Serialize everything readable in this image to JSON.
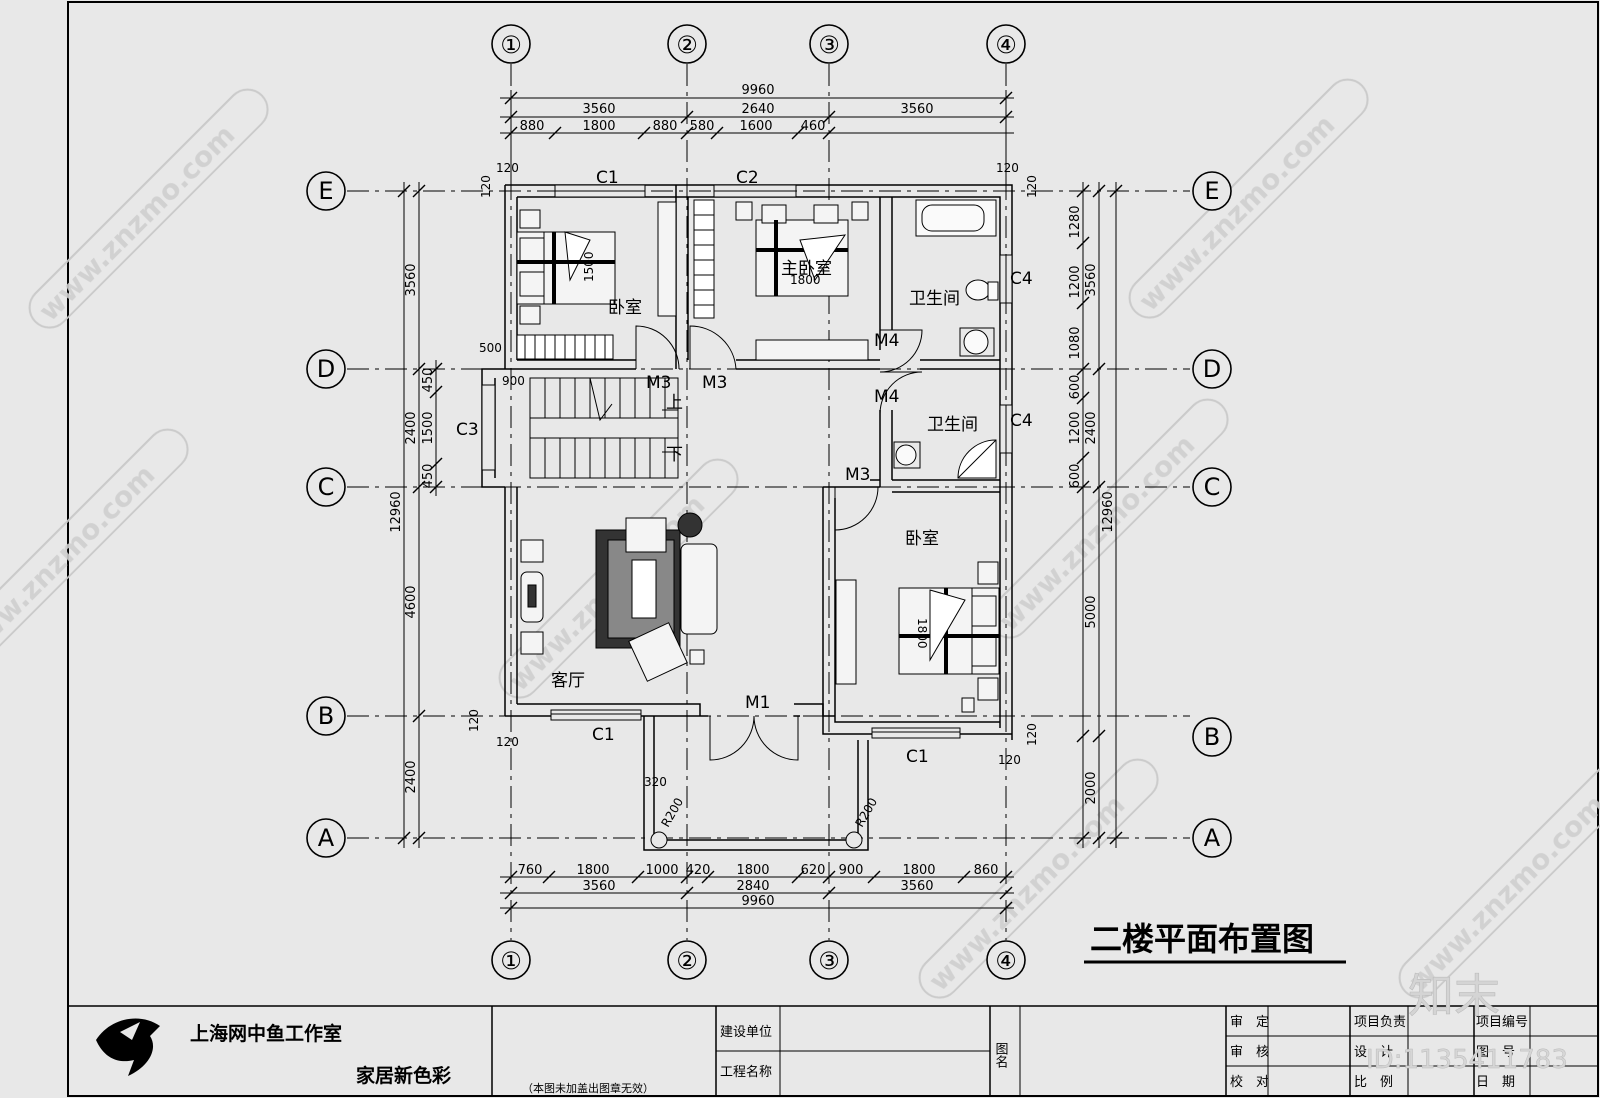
{
  "title": "二楼平面布置图",
  "axes": {
    "columns": [
      "①",
      "②",
      "③",
      "④"
    ],
    "rows": [
      "E",
      "D",
      "C",
      "B",
      "A"
    ]
  },
  "dims_top": {
    "total": "9960",
    "row2": [
      "3560",
      "2640",
      "3560"
    ],
    "row3": [
      "880",
      "1800",
      "880",
      "580",
      "1600",
      "460"
    ]
  },
  "dims_bottom": {
    "row1": [
      "760",
      "1800",
      "1000",
      "420",
      "1800",
      "620",
      "900",
      "1800",
      "860"
    ],
    "row2": [
      "3560",
      "2840",
      "3560"
    ],
    "total": "9960"
  },
  "dims_left": {
    "outer": "12960",
    "mid": [
      "3560",
      "2400",
      "4600",
      "2400"
    ],
    "inner": [
      "450",
      "1500",
      "450"
    ]
  },
  "dims_right": {
    "outer": "12960",
    "mid": [
      "3560",
      "2400",
      "5000",
      "2000"
    ],
    "inner": [
      "1280",
      "1200",
      "1080",
      "600",
      "1200",
      "600"
    ]
  },
  "small_dims": [
    "120",
    "120",
    "120",
    "120",
    "120",
    "120",
    "120",
    "120",
    "500",
    "900",
    "320",
    "1500",
    "1800",
    "1800"
  ],
  "rooms": {
    "bedroom1": "卧室",
    "master": "主卧室",
    "bath1": "卫生间",
    "bath2": "卫生间",
    "bedroom2": "卧室",
    "living": "客厅",
    "stair_up": "上",
    "stair_down": "下"
  },
  "openings": [
    "C1",
    "C2",
    "C3",
    "C4",
    "C4",
    "C1",
    "C1",
    "M1",
    "M3",
    "M3",
    "M3",
    "M4",
    "M4"
  ],
  "radius": [
    "R200",
    "R200"
  ],
  "title_block": {
    "studio": "上海网中鱼工作室",
    "slogan": "家居新色彩",
    "construction_unit": "建设单位",
    "project_name": "工程名称",
    "stamp_note": "（本图未加盖出图章无效）",
    "drawing_name": "图名",
    "review": "审　定",
    "check": "审　核",
    "proof": "校　对",
    "project_lead": "项目负责",
    "design": "设　计",
    "scale": "比　例",
    "project_no": "项目编号",
    "drawing_no": "图　号",
    "date": "日　期"
  },
  "watermark": {
    "brand": "知末",
    "id": "ID:1135411783",
    "site": "www.znzmo.com"
  }
}
